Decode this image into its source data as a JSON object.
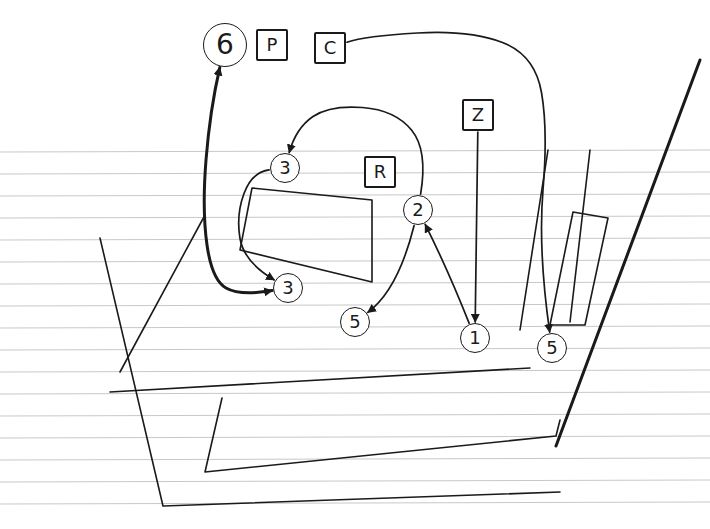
{
  "diagram": {
    "nodes": [
      {
        "text": [
          "6"
        ]
      },
      {
        "text": [
          "P"
        ]
      },
      {
        "text": [
          "C"
        ]
      },
      {
        "text": [
          "Z"
        ]
      },
      {
        "text": [
          "3"
        ]
      },
      {
        "text": [
          "R"
        ]
      },
      {
        "text": [
          "2"
        ]
      },
      {
        "text": [
          "3"
        ]
      },
      {
        "text": [
          "5"
        ]
      },
      {
        "text": [
          "1"
        ]
      },
      {
        "text": [
          "5"
        ]
      }
    ],
    "edges": [
      {
        "from": 2,
        "to": 10,
        "arrow": "to"
      },
      {
        "from": 3,
        "to": 9,
        "arrow": "to"
      },
      {
        "from": 6,
        "to": 4,
        "arrow": "to"
      },
      {
        "from": 9,
        "to": 6,
        "arrow": "to"
      },
      {
        "from": 6,
        "to": 8,
        "arrow": "to"
      },
      {
        "from": 0,
        "to": 7,
        "arrow": "both"
      },
      {
        "from": 4,
        "to": 7,
        "arrow": "to"
      }
    ]
  }
}
